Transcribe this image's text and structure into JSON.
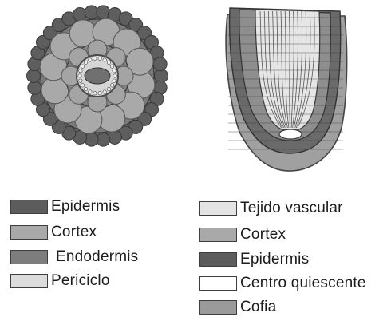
{
  "colors": {
    "epidermis": "#5c5c5c",
    "cortex": "#a9a9a9",
    "endodermis": "#7d7d7d",
    "periciclo": "#dcdcdc",
    "vascular": "#e4e4e4",
    "centro_quiescente": "#ffffff",
    "cofia": "#9a9a9a"
  },
  "legend_left": [
    {
      "label": "Epidermis",
      "color_key": "epidermis"
    },
    {
      "label": "Cortex",
      "color_key": "cortex"
    },
    {
      "label": "Endodermis",
      "color_key": "endodermis"
    },
    {
      "label": "Periciclo",
      "color_key": "periciclo"
    }
  ],
  "legend_right": [
    {
      "label": "Tejido vascular",
      "color_key": "vascular"
    },
    {
      "label": "Cortex",
      "color_key": "cortex"
    },
    {
      "label": "Epidermis",
      "color_key": "epidermis"
    },
    {
      "label": "Centro quiescente",
      "color_key": "centro_quiescente"
    },
    {
      "label": "Cofia",
      "color_key": "cofia"
    }
  ]
}
